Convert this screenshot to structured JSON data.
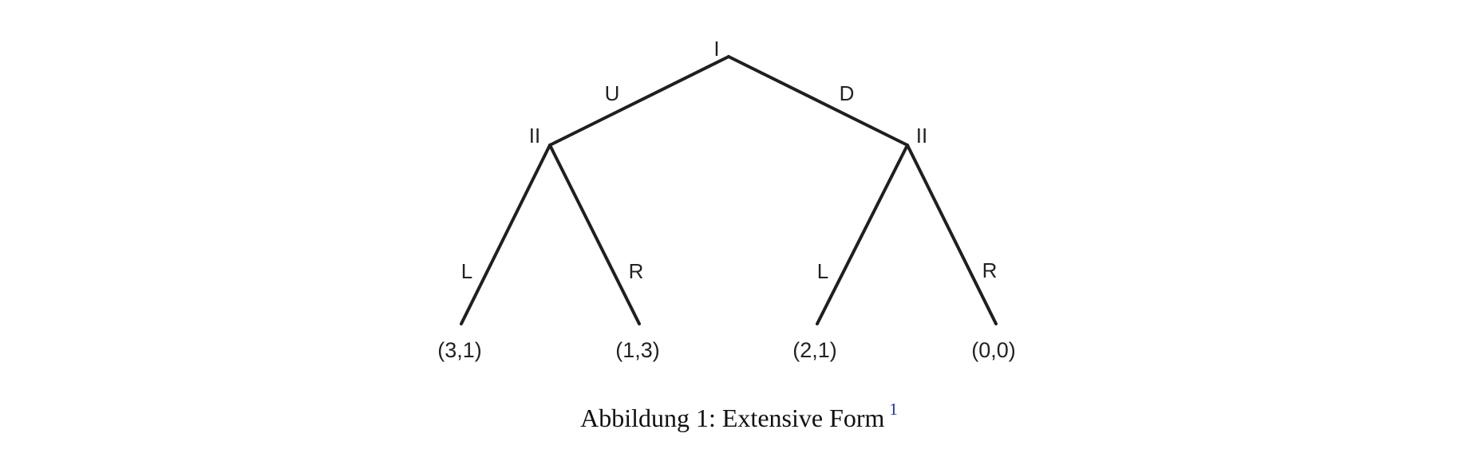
{
  "tree": {
    "root": {
      "label": "I"
    },
    "player2_nodes": [
      {
        "label": "II"
      },
      {
        "label": "II"
      }
    ],
    "root_edges": [
      {
        "label": "U"
      },
      {
        "label": "D"
      }
    ],
    "leaf_edges": [
      {
        "label": "L"
      },
      {
        "label": "R"
      },
      {
        "label": "L"
      },
      {
        "label": "R"
      }
    ],
    "payoffs": [
      "(3,1)",
      "(1,3)",
      "(2,1)",
      "(0,0)"
    ],
    "line_color": "#1f1f1f"
  },
  "caption": {
    "text": "Abbildung 1: Extensive Form",
    "footnote": "1",
    "footnote_color": "#1a2fb0"
  }
}
